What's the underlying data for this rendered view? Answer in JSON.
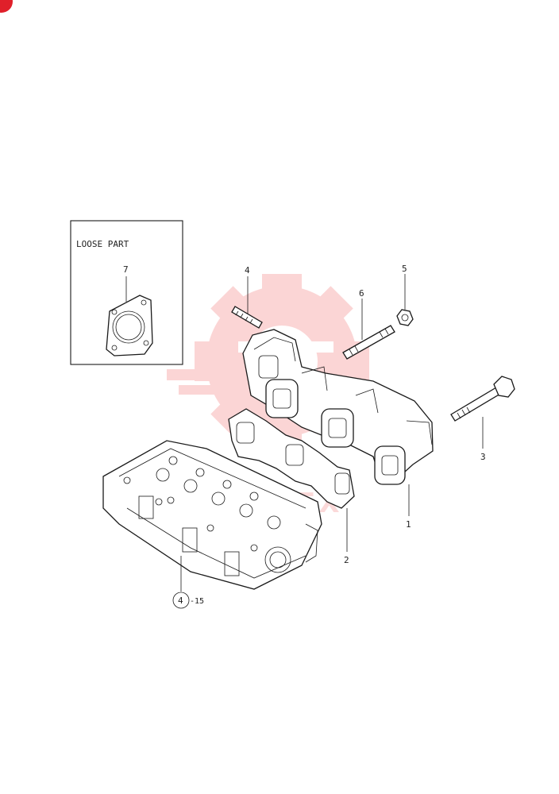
{
  "diagram": {
    "loose_part_label": "LOOSE PART",
    "callouts": {
      "manifold": "1",
      "gasket": "2",
      "bolt": "3",
      "stud_left": "4",
      "nut": "5",
      "stud_right": "6",
      "loose_gasket": "7"
    },
    "reference": {
      "circled": "4",
      "suffix": "-15"
    },
    "colors": {
      "line": "#1a1a1a",
      "corner_badge": "#e0202a",
      "watermark": "#f26b6b"
    },
    "watermark_text": "VITEX"
  }
}
